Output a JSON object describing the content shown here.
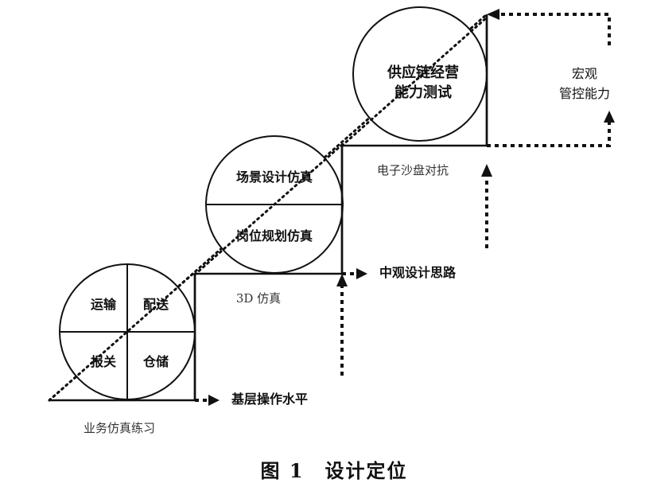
{
  "stages": [
    {
      "bottom_label": "业务仿真练习",
      "step_label": "基层操作水平",
      "quadrants": [
        "运输",
        "配送",
        "报关",
        "仓储"
      ]
    },
    {
      "bottom_label": "3D 仿真",
      "step_label": "中观设计思路",
      "halves": [
        "场景设计仿真",
        "岗位规划仿真"
      ]
    },
    {
      "bottom_label": "电子沙盘对抗",
      "step_label_lines": [
        "宏观",
        "管控能力"
      ],
      "circle_lines": [
        "供应链经营",
        "能力测试"
      ]
    }
  ],
  "caption": "图 1　设计定位"
}
